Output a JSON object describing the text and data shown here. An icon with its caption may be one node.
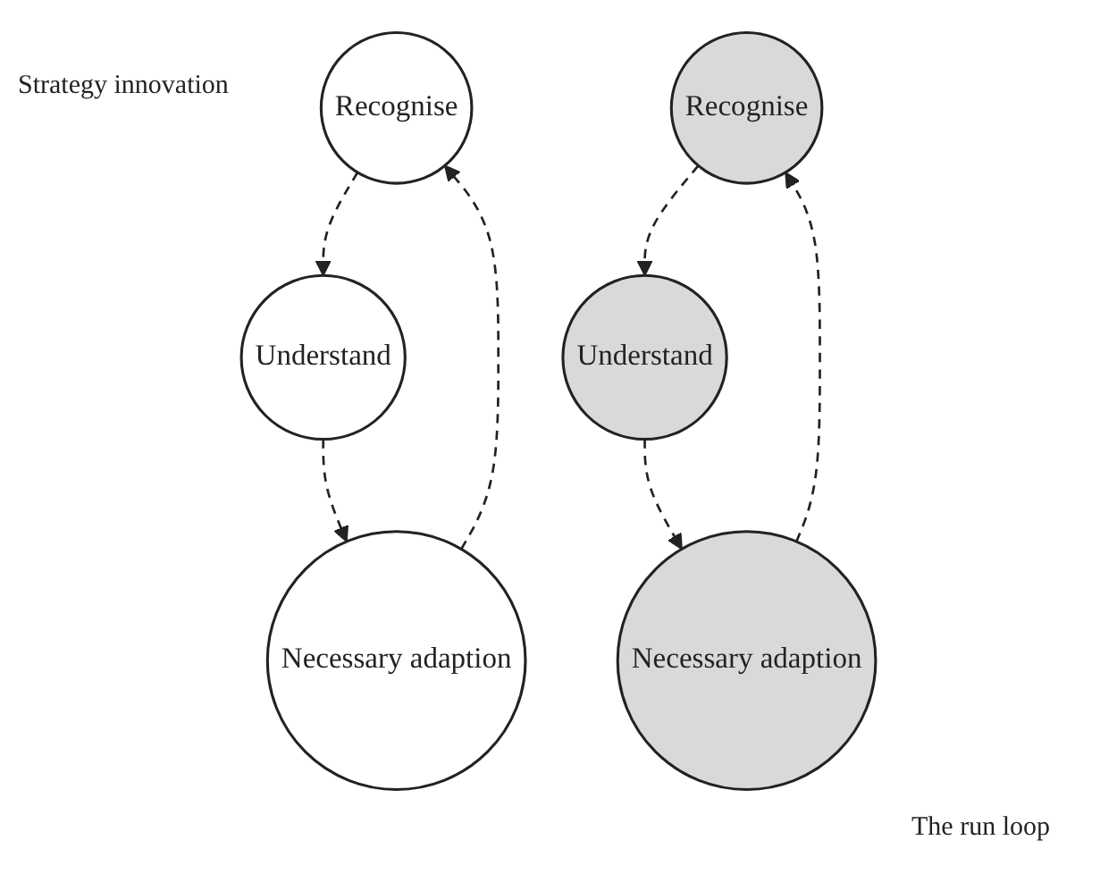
{
  "diagram": {
    "nodes": [
      {
        "text": [
          "Recognise"
        ]
      },
      {
        "text": [
          "Understand"
        ]
      },
      {
        "text": [
          "Necessary adaption"
        ]
      },
      {
        "text": [
          "Recognise"
        ]
      },
      {
        "text": [
          "Understand"
        ]
      },
      {
        "text": [
          "Necessary adaption"
        ]
      }
    ],
    "edges": [
      {
        "from": 0,
        "to": 1,
        "arrow": "to",
        "style": "dashed"
      },
      {
        "from": 1,
        "to": 2,
        "arrow": "to",
        "style": "dashed"
      },
      {
        "from": 2,
        "to": 0,
        "arrow": "to",
        "style": "dashed"
      },
      {
        "from": 3,
        "to": 4,
        "arrow": "to",
        "style": "dashed"
      },
      {
        "from": 4,
        "to": 5,
        "arrow": "to",
        "style": "dashed"
      },
      {
        "from": 5,
        "to": 3,
        "arrow": "to",
        "style": "dashed"
      }
    ],
    "labels": [
      "Strategy innovation",
      "The run loop"
    ]
  }
}
